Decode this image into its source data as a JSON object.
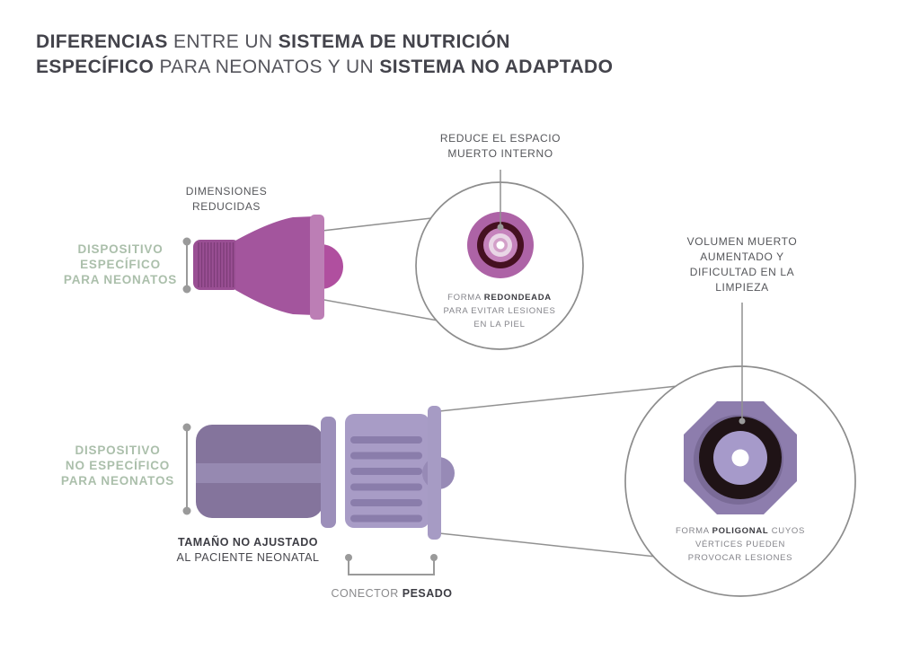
{
  "title": {
    "line1": {
      "b1": "DIFERENCIAS",
      "r1": " ENTRE UN ",
      "b2": "SISTEMA DE NUTRICIÓN"
    },
    "line2": {
      "b1": "ESPECÍFICO",
      "r1": " PARA NEONATOS Y UN ",
      "b2": "SISTEMA NO ADAPTADO"
    }
  },
  "top_section": {
    "device_label": {
      "line1": "DISPOSITIVO",
      "line2": "ESPECÍFICO",
      "line3": "PARA NEONATOS"
    },
    "dimensions_label": {
      "line1": "DIMENSIONES",
      "line2": "REDUCIDAS"
    },
    "callout_label": {
      "line1": "REDUCE EL ESPACIO",
      "line2": "MUERTO INTERNO"
    },
    "shape_note": {
      "prefix": "FORMA ",
      "bold": "REDONDEADA",
      "line2": "PARA EVITAR LESIONES",
      "line3": "EN LA PIEL"
    }
  },
  "bottom_section": {
    "device_label": {
      "line1": "DISPOSITIVO",
      "line2": "NO ESPECÍFICO",
      "line3": "PARA NEONATOS"
    },
    "size_label": {
      "line1": "TAMAÑO NO AJUSTADO",
      "line2": "AL PACIENTE NEONATAL"
    },
    "volume_label": {
      "line1": "VOLUMEN MUERTO",
      "line2": "AUMENTADO Y",
      "line3": "DIFICULTAD EN LA",
      "line4": "LIMPIEZA"
    },
    "connector_label": {
      "prefix": "CONECTOR ",
      "bold": "PESADO"
    },
    "shape_note": {
      "prefix": "FORMA ",
      "bold": "POLIGONAL",
      "suffix": " CUYOS",
      "line2": "VÉRTICES PUEDEN",
      "line3": "PROVOCAR LESIONES"
    }
  },
  "colors": {
    "title_text": "#43434b",
    "accent_green": "#abbfab",
    "device_purple": "#a3559d",
    "device_purple_rib": "#9a4f94",
    "device_edge_pink": "#bc7eb5",
    "knob_magenta": "#b04f9f",
    "ring_outer": "#ad63a6",
    "ring_dark": "#451021",
    "ring_pink": "#c583bc",
    "ring_pale": "#e9d6e6",
    "ring_inner_pink": "#d3a0c9",
    "body_violet": "#84749c",
    "band_violet": "#9689b1",
    "collar_violet": "#9c8fba",
    "rib_base_violet": "#a89cc6",
    "rib_groove_violet": "#8a7dab",
    "flange_violet": "#a69bc4",
    "nub_violet": "#978ab6",
    "octagon_violet": "#8d7dad",
    "octagon_shadow": "#7a6b97",
    "dark_core": "#1f1316",
    "inner_violet": "#a69aca",
    "line_gray": "#919191"
  }
}
